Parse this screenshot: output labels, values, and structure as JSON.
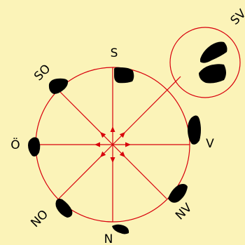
{
  "colors": {
    "background": "#fbf3b8",
    "line": "#d8000c",
    "stone": "#000000"
  },
  "labels": {
    "north": "N",
    "northeast": "NO",
    "east": "Ö",
    "southeast": "SO",
    "south": "S",
    "southwest": "SV",
    "west": "V",
    "northwest": "NV"
  }
}
